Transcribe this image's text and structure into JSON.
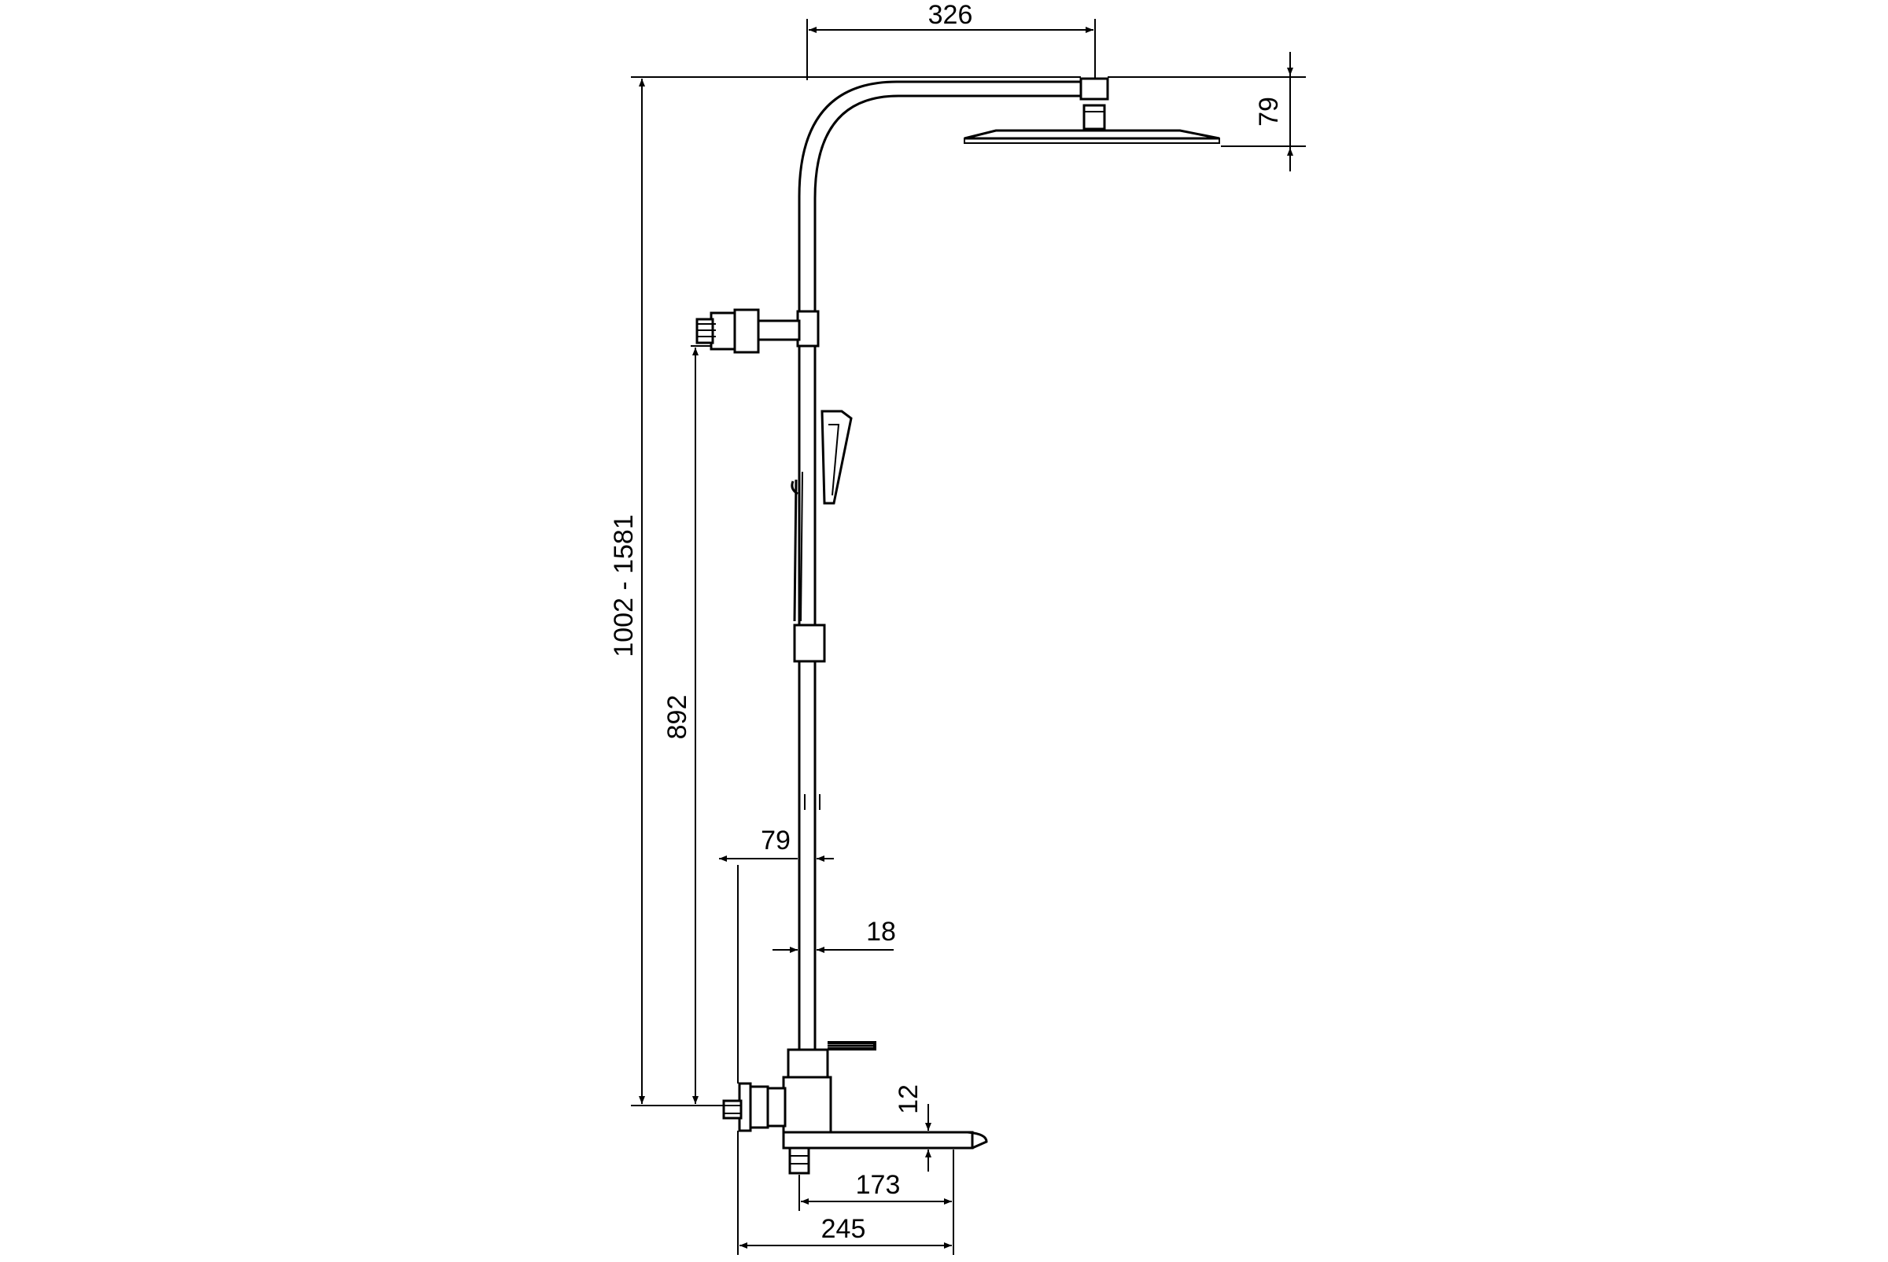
{
  "diagram": {
    "dimensions": {
      "overhead_reach": "326",
      "head_height": "79",
      "total_height": "1002 - 1581",
      "holder_height": "892",
      "wall_offset": "79",
      "bar_diameter": "18",
      "spout_gap": "12",
      "spout_length": "173",
      "total_depth": "245"
    }
  }
}
